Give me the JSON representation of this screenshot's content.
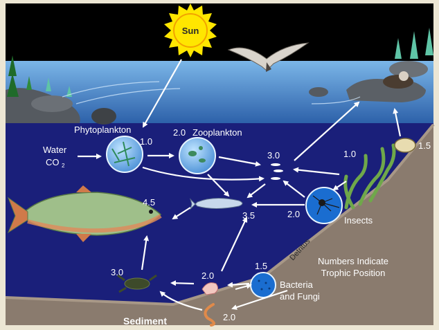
{
  "sun": {
    "label": "Sun"
  },
  "organisms": {
    "phytoplankton": {
      "name": "Phytoplankton",
      "level": "1.0"
    },
    "zooplankton": {
      "name": "Zooplankton",
      "level": "2.0"
    },
    "small_fish": {
      "level": "3.0"
    },
    "plants": {
      "level": "1.0"
    },
    "mussel": {
      "level": "1.5"
    },
    "insects": {
      "name": "Insects",
      "level": "2.0"
    },
    "trout": {
      "level": "4.5"
    },
    "forage_fish": {
      "level": "3.5"
    },
    "bacteria": {
      "name_line1": "Bacteria",
      "name_line2": "and Fungi",
      "level": "1.5"
    },
    "shrimp": {
      "level": "2.0"
    },
    "crayfish": {
      "level": "3.0"
    },
    "worm": {
      "level": "2.0"
    }
  },
  "inputs": {
    "water": "Water",
    "co2": "CO",
    "co2_sub": "2"
  },
  "detritus": "Detritus",
  "sediment": "Sediment",
  "legend": {
    "line1": "Numbers Indicate",
    "line2": "Trophic Position"
  },
  "colors": {
    "sky": "#000000",
    "water_deep": "#1a1f7a",
    "sediment": "#8a7b6e",
    "sun": "#ffe600",
    "cell_blue": "#3a7fd0"
  }
}
